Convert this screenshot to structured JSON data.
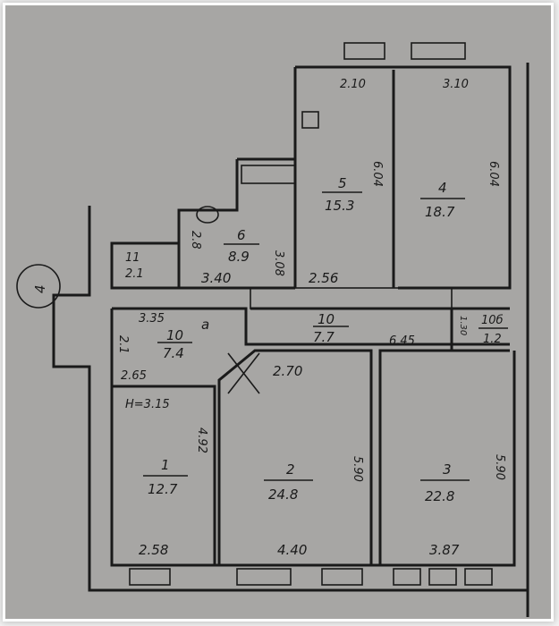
{
  "plan": {
    "section_number": "4",
    "ceiling_height": "H=3.15",
    "rooms": [
      {
        "number": "1",
        "area": "12.7"
      },
      {
        "number": "2",
        "area": "24.8"
      },
      {
        "number": "3",
        "area": "22.8"
      },
      {
        "number": "4",
        "area": "18.7"
      },
      {
        "number": "5",
        "area": "15.3"
      },
      {
        "number": "6",
        "area": "8.9"
      },
      {
        "number": "10",
        "area": "7.4",
        "suffix": "a"
      },
      {
        "number": "10",
        "area": "7.7"
      },
      {
        "number": "10б",
        "area": "1.2"
      },
      {
        "number": "11",
        "area": "2.1"
      }
    ],
    "dimensions": {
      "r5_top": "2.10",
      "r4_top": "3.10",
      "r5_side": "6.04",
      "r4_side": "6.04",
      "r5_bottom": "2.56",
      "r6_bottom": "3.40",
      "r6_side": "3.08",
      "r6_left": "2.8",
      "r10a_top": "3.35",
      "r10a_side": "2.1",
      "r10a_bottom": "2.65",
      "r1_side": "4.92",
      "r2_top": "2.70",
      "corridor": "6.45",
      "r10b_side": "1.30",
      "r2_side": "5.90",
      "r3_side": "5.90",
      "r1_bottom": "2.58",
      "r2_bottom": "4.40",
      "r3_bottom": "3.87"
    }
  }
}
